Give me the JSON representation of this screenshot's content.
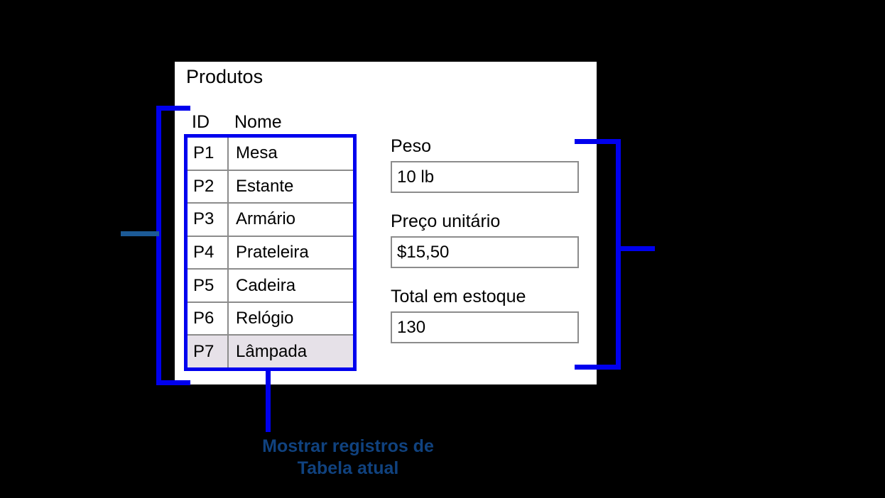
{
  "panel": {
    "title": "Produtos"
  },
  "grid": {
    "columns": [
      "ID",
      "Nome"
    ],
    "rows": [
      {
        "id": "P1",
        "name": "Mesa",
        "selected": false
      },
      {
        "id": "P2",
        "name": "Estante",
        "selected": false
      },
      {
        "id": "P3",
        "name": "Armário",
        "selected": false
      },
      {
        "id": "P4",
        "name": "Prateleira",
        "selected": false
      },
      {
        "id": "P5",
        "name": "Cadeira",
        "selected": false
      },
      {
        "id": "P6",
        "name": "Relógio",
        "selected": false
      },
      {
        "id": "P7",
        "name": "Lâmpada",
        "selected": true
      }
    ]
  },
  "details": {
    "fields": [
      {
        "label": "Peso",
        "value": "10 lb"
      },
      {
        "label": "Preço unitário",
        "value": "$15,50"
      },
      {
        "label": "Total em estoque",
        "value": "130"
      }
    ]
  },
  "callouts": {
    "caption_line1": "Mostrar registros de",
    "caption_line2": "Tabela atual"
  },
  "colors": {
    "bracket_blue": "#0000ee",
    "stub_steel_blue": "#1c5a96",
    "caption_navy": "#10427f",
    "selected_row": "#e6e1e8",
    "cell_border": "#8c8c8c",
    "panel_background": "#ffffff",
    "page_background": "#000000"
  }
}
